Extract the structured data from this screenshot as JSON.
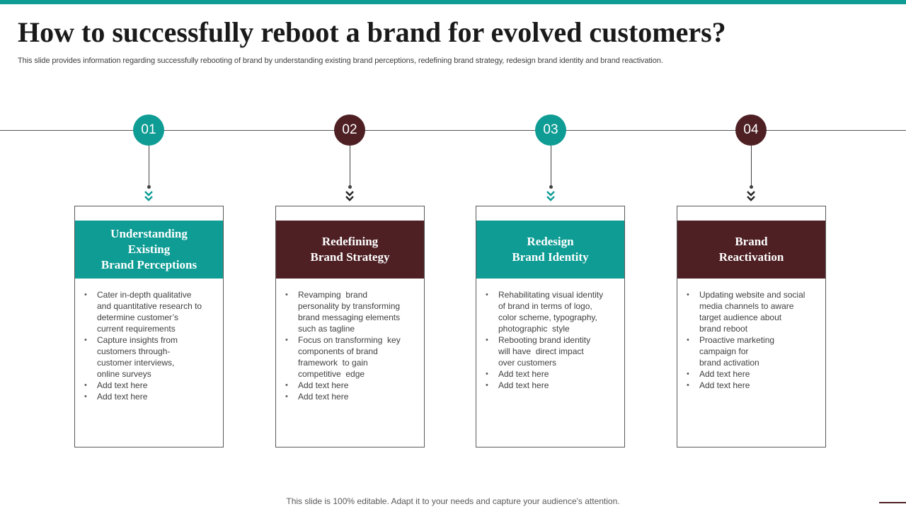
{
  "title": "How to successfully reboot a brand for evolved customers?",
  "subtitle": "This slide provides information regarding successfully rebooting of brand by understanding existing brand perceptions, redefining brand strategy, redesign brand identity and brand reactivation.",
  "colors": {
    "teal": "#0e9c94",
    "maroon": "#4e2024"
  },
  "steps": [
    {
      "number": "01",
      "heading_lines": [
        "Understanding",
        "Existing",
        "Brand Perceptions"
      ],
      "bullets": [
        [
          "Cater in-depth qualitative",
          "and quantitative research to",
          "determine customer’s",
          "current requirements"
        ],
        [
          "Capture insights from",
          "customers through-",
          "customer interviews,",
          "online surveys"
        ],
        [
          "Add text here"
        ],
        [
          "Add text here"
        ]
      ]
    },
    {
      "number": "02",
      "heading_lines": [
        "Redefining",
        "Brand Strategy"
      ],
      "bullets": [
        [
          "Revamping  brand",
          "personality by transforming",
          "brand messaging elements",
          "such as tagline"
        ],
        [
          "Focus on transforming  key",
          "components of brand",
          "framework  to gain",
          "competitive  edge"
        ],
        [
          "Add text here"
        ],
        [
          "Add text here"
        ]
      ]
    },
    {
      "number": "03",
      "heading_lines": [
        "Redesign",
        "Brand Identity"
      ],
      "bullets": [
        [
          "Rehabilitating visual identity",
          "of brand in terms of logo,",
          "color scheme, typography,",
          "photographic  style"
        ],
        [
          "Rebooting brand identity",
          "will have  direct impact",
          "over customers"
        ],
        [
          "Add text here"
        ],
        [
          "Add text here"
        ]
      ]
    },
    {
      "number": "04",
      "heading_lines": [
        "Brand",
        "Reactivation"
      ],
      "bullets": [
        [
          "Updating website and social",
          "media channels to aware",
          "target audience about",
          "brand reboot"
        ],
        [
          "Proactive marketing",
          "campaign for",
          "brand activation"
        ],
        [
          "Add text here"
        ],
        [
          "Add text here"
        ]
      ]
    }
  ],
  "footer": "This slide is 100% editable. Adapt it to your needs and capture your audience's attention."
}
